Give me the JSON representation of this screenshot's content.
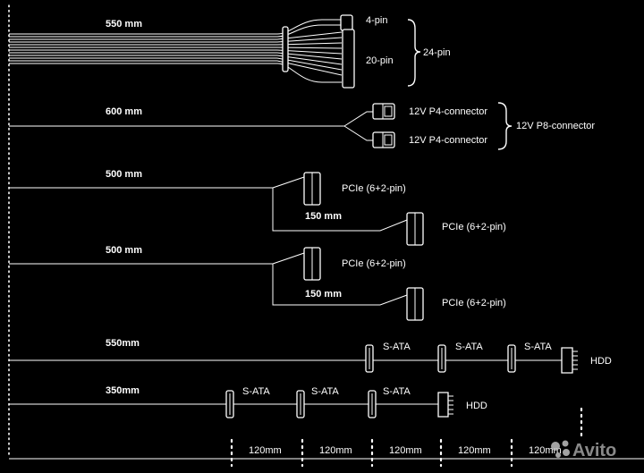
{
  "cables": {
    "atx": {
      "length": "550 mm",
      "pin4": "4-pin",
      "pin20": "20-pin",
      "pin24": "24-pin"
    },
    "cpu": {
      "length": "600 mm",
      "conn1": "12V P4-connector",
      "conn2": "12V P4-connector",
      "combined": "12V P8-connector"
    },
    "pcie1": {
      "length": "500 mm",
      "conn1": "PCIe (6+2-pin)",
      "branch_length": "150 mm",
      "conn2": "PCIe (6+2-pin)"
    },
    "pcie2": {
      "length": "500 mm",
      "conn1": "PCIe (6+2-pin)",
      "branch_length": "150 mm",
      "conn2": "PCIe (6+2-pin)"
    },
    "sata1": {
      "length": "550mm",
      "conn1": "S-ATA",
      "conn2": "S-ATA",
      "conn3": "S-ATA",
      "end": "HDD"
    },
    "sata2": {
      "length": "350mm",
      "conn1": "S-ATA",
      "conn2": "S-ATA",
      "conn3": "S-ATA",
      "end": "HDD"
    }
  },
  "spacings": [
    "120mm",
    "120mm",
    "120mm",
    "120mm",
    "120mm"
  ],
  "watermark": {
    "text": "Avito",
    "icon": "avito-logo-icon"
  }
}
